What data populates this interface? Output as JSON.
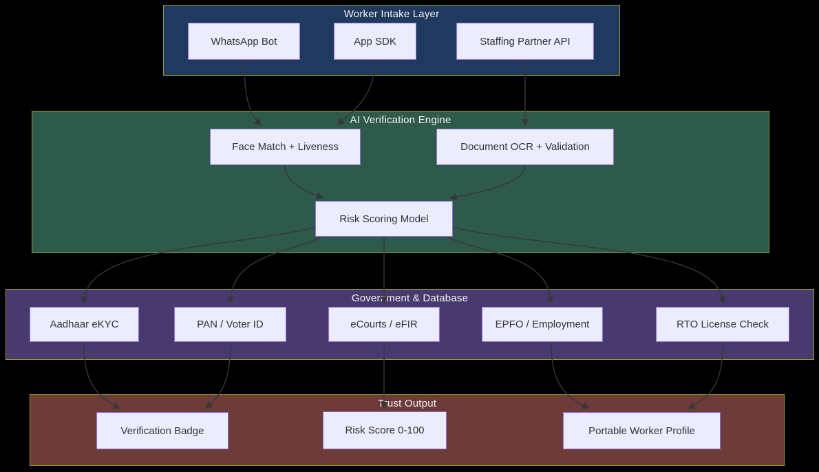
{
  "diagram": {
    "type": "flowchart-top-down",
    "background": "#000000",
    "colors": {
      "cluster_border": "#9C9A33",
      "cluster_title_text": "#F2F2F2",
      "node_fill": "#ECECFF",
      "node_border": "#9370DB",
      "node_text": "#333333",
      "edge": "#383838",
      "intake_fill": "#1F3A5E",
      "ai_engine_fill": "#2E5A4B",
      "government_fill": "#483A6F",
      "trust_fill": "#6E3B3B"
    },
    "clusters": [
      {
        "label": "Worker Intake Layer",
        "color": "#1F3A5E"
      },
      {
        "label": "AI Verification Engine",
        "color": "#2E5A4B"
      },
      {
        "label": "Government & Database",
        "color": "#483A6F"
      },
      {
        "label": "Trust Output",
        "color": "#6E3B3B"
      }
    ],
    "nodes": [
      {
        "label": "WhatsApp Bot",
        "cluster": "Worker Intake Layer"
      },
      {
        "label": "App SDK",
        "cluster": "Worker Intake Layer"
      },
      {
        "label": "Staffing Partner API",
        "cluster": "Worker Intake Layer"
      },
      {
        "label": "Face Match + Liveness",
        "cluster": "AI Verification Engine"
      },
      {
        "label": "Document OCR + Validation",
        "cluster": "AI Verification Engine"
      },
      {
        "label": "Risk Scoring Model",
        "cluster": "AI Verification Engine"
      },
      {
        "label": "Aadhaar eKYC",
        "cluster": "Government & Database"
      },
      {
        "label": "PAN / Voter ID",
        "cluster": "Government & Database"
      },
      {
        "label": "eCourts / eFIR",
        "cluster": "Government & Database"
      },
      {
        "label": "EPFO / Employment",
        "cluster": "Government & Database"
      },
      {
        "label": "RTO License Check",
        "cluster": "Government & Database"
      },
      {
        "label": "Verification Badge",
        "cluster": "Trust Output"
      },
      {
        "label": "Risk Score 0-100",
        "cluster": "Trust Output"
      },
      {
        "label": "Portable Worker Profile",
        "cluster": "Trust Output"
      }
    ],
    "edges": [
      {
        "from": "WhatsApp Bot",
        "to": "Face Match + Liveness"
      },
      {
        "from": "App SDK",
        "to": "Face Match + Liveness"
      },
      {
        "from": "Staffing Partner API",
        "to": "Document OCR + Validation"
      },
      {
        "from": "Face Match + Liveness",
        "to": "Risk Scoring Model"
      },
      {
        "from": "Document OCR + Validation",
        "to": "Risk Scoring Model"
      },
      {
        "from": "Risk Scoring Model",
        "to": "Aadhaar eKYC"
      },
      {
        "from": "Risk Scoring Model",
        "to": "PAN / Voter ID"
      },
      {
        "from": "Risk Scoring Model",
        "to": "eCourts / eFIR"
      },
      {
        "from": "Risk Scoring Model",
        "to": "EPFO / Employment"
      },
      {
        "from": "Risk Scoring Model",
        "to": "RTO License Check"
      },
      {
        "from": "Aadhaar eKYC",
        "to": "Verification Badge"
      },
      {
        "from": "PAN / Voter ID",
        "to": "Verification Badge"
      },
      {
        "from": "eCourts / eFIR",
        "to": "Risk Score 0-100"
      },
      {
        "from": "EPFO / Employment",
        "to": "Portable Worker Profile"
      },
      {
        "from": "RTO License Check",
        "to": "Portable Worker Profile"
      }
    ]
  }
}
